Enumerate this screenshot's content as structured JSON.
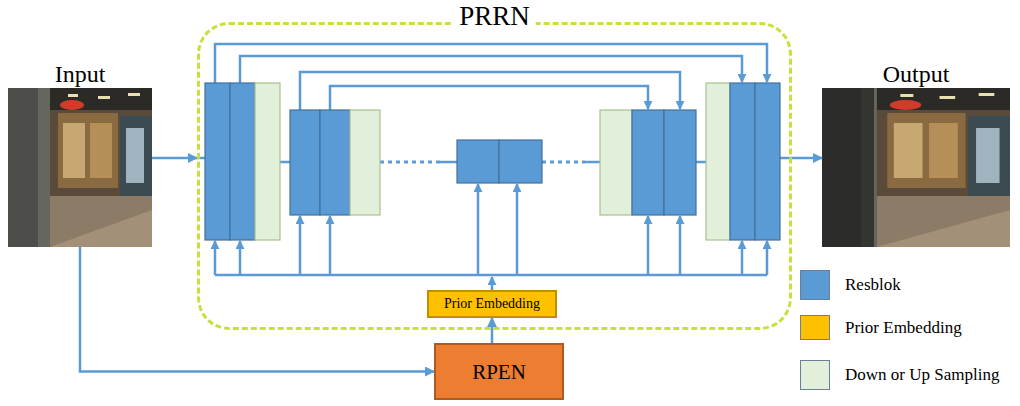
{
  "diagram": {
    "nodes": [
      {
        "text": [
          "Input"
        ]
      },
      {
        "text": [
          "PRRN"
        ]
      },
      {
        "text": [
          "Prior Embedding"
        ],
        "in": 1
      },
      {
        "text": [
          "Output"
        ]
      },
      {
        "text": [
          "RPEN"
        ]
      }
    ],
    "edges": [
      {
        "from": 0,
        "to": 1,
        "arrow": "to"
      },
      {
        "from": 1,
        "to": 3,
        "arrow": "to"
      },
      {
        "from": 0,
        "to": 4,
        "arrow": "to"
      },
      {
        "from": 4,
        "to": 2,
        "arrow": "to"
      }
    ],
    "legend": [
      {
        "text": "Resblok",
        "color": "#5b9bd5"
      },
      {
        "text": "Prior Embedding",
        "color": "#ffc000"
      },
      {
        "text": "Down or Up Sampling",
        "color": "#e2efda"
      }
    ]
  }
}
